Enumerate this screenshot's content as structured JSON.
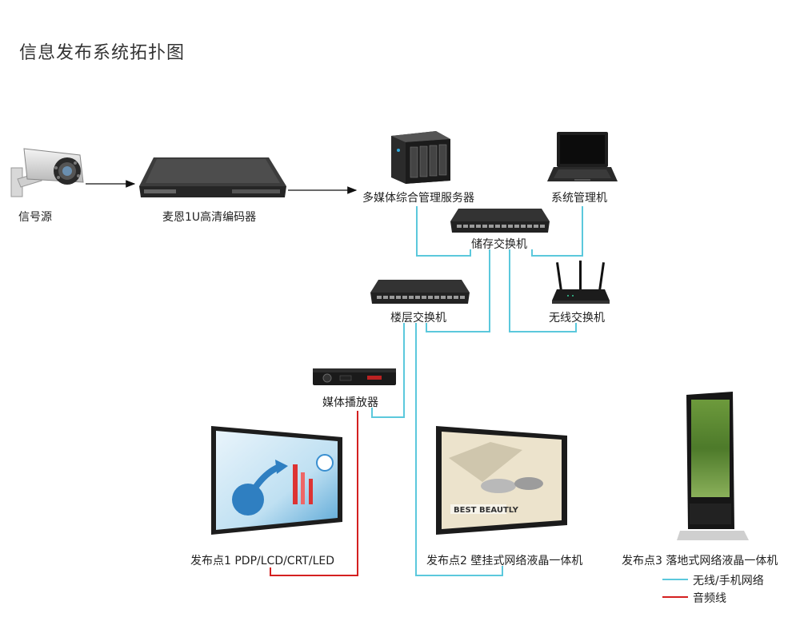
{
  "title": "信息发布系统拓扑图",
  "nodes": {
    "signal_source": "信号源",
    "encoder": "麦恩1U高清编码器",
    "media_server": "多媒体综合管理服务器",
    "admin_pc": "系统管理机",
    "storage_switch": "储存交换机",
    "floor_switch": "楼层交换机",
    "wireless_switch": "无线交换机",
    "media_player": "媒体播放器",
    "pub_point_1": "发布点1 PDP/LCD/CRT/LED",
    "pub_point_2": "发布点2 壁挂式网络液晶一体机",
    "pub_point_3": "发布点3 落地式网络液晶一体机"
  },
  "screen2_ad": {
    "headline": "BEST BEAUTLY"
  },
  "legend": [
    {
      "label": "无线/手机网络",
      "color": "#5bc8dc"
    },
    {
      "label": "音频线",
      "color": "#d42020"
    }
  ],
  "colors": {
    "network": "#5bc8dc",
    "audio": "#d42020",
    "arrow": "#111111"
  }
}
